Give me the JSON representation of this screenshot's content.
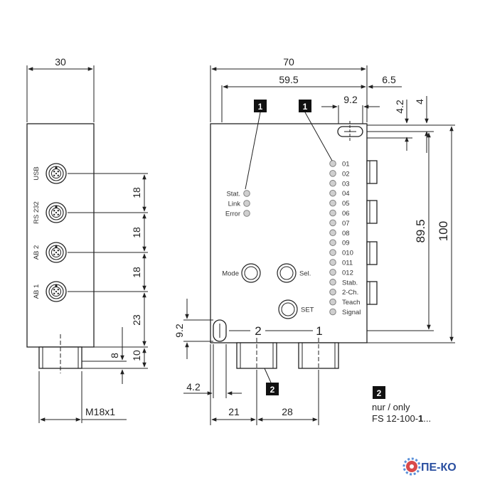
{
  "side_view": {
    "width_dim": "30",
    "port_labels": [
      "USB",
      "RS 232",
      "AB 2",
      "AB 1"
    ],
    "pitch_dims": [
      "18",
      "18",
      "18"
    ],
    "bottom_dim": "23",
    "connector_dims": [
      "8",
      "10"
    ],
    "thread_label": "M18x1"
  },
  "front_view": {
    "dims": {
      "total_width": "70",
      "body_width": "59.5",
      "overhang": "6.5",
      "slot_width": "9.2",
      "slot_height": "4.2",
      "slot_offset": "4",
      "hole_spacing": "89.5",
      "total_height": "100",
      "left_slot_height": "9.2",
      "left_offset": "4.2",
      "conn_left": "21",
      "conn_spacing": "28"
    },
    "callout_1": "1",
    "callout_2": "2",
    "status_leds": [
      "Stat.",
      "Link",
      "Error"
    ],
    "channel_leds": [
      "01",
      "02",
      "03",
      "04",
      "05",
      "06",
      "07",
      "08",
      "09",
      "010",
      "011",
      "012",
      "Stab.",
      "2-Ch.",
      "Teach",
      "Signal"
    ],
    "buttons": [
      "Mode",
      "Sel.",
      "SET"
    ],
    "connector_numbers": [
      "2",
      "1"
    ]
  },
  "note": {
    "marker": "2",
    "line1": "nur / only",
    "line2_prefix": "FS 12-100-",
    "line2_bold": "1",
    "line2_suffix": "..."
  },
  "logo": {
    "text": "ПЕ-КО",
    "icon": "gear-icon"
  }
}
